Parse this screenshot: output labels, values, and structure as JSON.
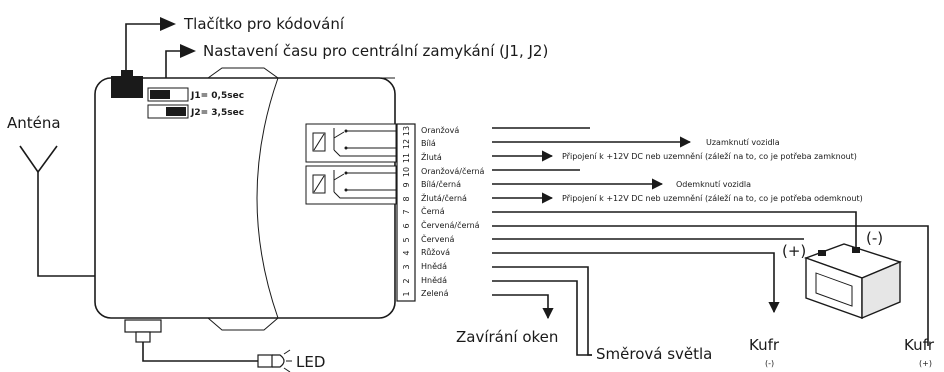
{
  "callouts": {
    "coding_button": "Tlačítko pro kódování",
    "lock_time_setting": "Nastavení času pro centrální zamykání (J1, J2)"
  },
  "jumpers": [
    {
      "label": "J1= 0,5sec"
    },
    {
      "label": "J2= 3,5sec"
    }
  ],
  "antenna": "Anténa",
  "pins": [
    "13",
    "12",
    "11",
    "10",
    "9",
    "8",
    "7",
    "6",
    "5",
    "4",
    "3",
    "2",
    "1"
  ],
  "wires": [
    {
      "pin": "13",
      "color": "Oranžová"
    },
    {
      "pin": "12",
      "color": "Bílá"
    },
    {
      "pin": "11",
      "color": "Žlutá"
    },
    {
      "pin": "10",
      "color": "Oranžová/černá"
    },
    {
      "pin": "9",
      "color": "Bílá/černá"
    },
    {
      "pin": "8",
      "color": "Žlutá/černá"
    },
    {
      "pin": "7",
      "color": "Černá"
    },
    {
      "pin": "6",
      "color": "Červená/černá"
    },
    {
      "pin": "5",
      "color": "Červená"
    },
    {
      "pin": "4",
      "color": "Růžová"
    },
    {
      "pin": "3",
      "color": "Hnědá"
    },
    {
      "pin": "2",
      "color": "Hnědá"
    },
    {
      "pin": "1",
      "color": "Zelená"
    }
  ],
  "targets": {
    "lock_vehicle": "Uzamknutí vozidla",
    "lock_connect": "Připojení k +12V DC neb uzemnění (záleží na to, co je potřeba zamknout)",
    "unlock_vehicle": "Odemknutí vozidla",
    "unlock_connect": "Připojení k +12V DC neb uzemnění (záleží na to, co je potřeba odemknout)",
    "windows": "Zavírání oken",
    "indicators": "Směrová světla",
    "trunk_neg": "Kufr",
    "trunk_neg_sign": "(-)",
    "trunk_pos": "Kufr",
    "trunk_pos_sign": "(+)",
    "battery_pos": "(+)",
    "battery_neg": "(-)",
    "led": "LED"
  }
}
